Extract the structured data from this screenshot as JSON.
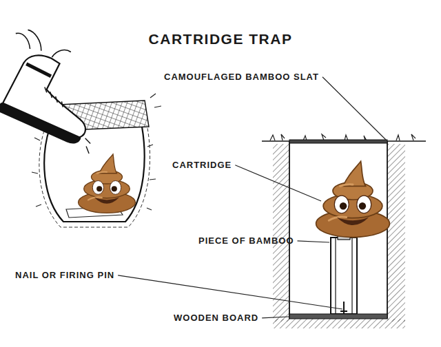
{
  "diagram": {
    "title": "CARTRIDGE TRAP",
    "labels": [
      "CAMOUFLAGED BAMBOO SLAT",
      "CARTRIDGE",
      "PIECE OF BAMBOO",
      "NAIL OR FIRING PIN",
      "WOODEN BOARD"
    ]
  }
}
